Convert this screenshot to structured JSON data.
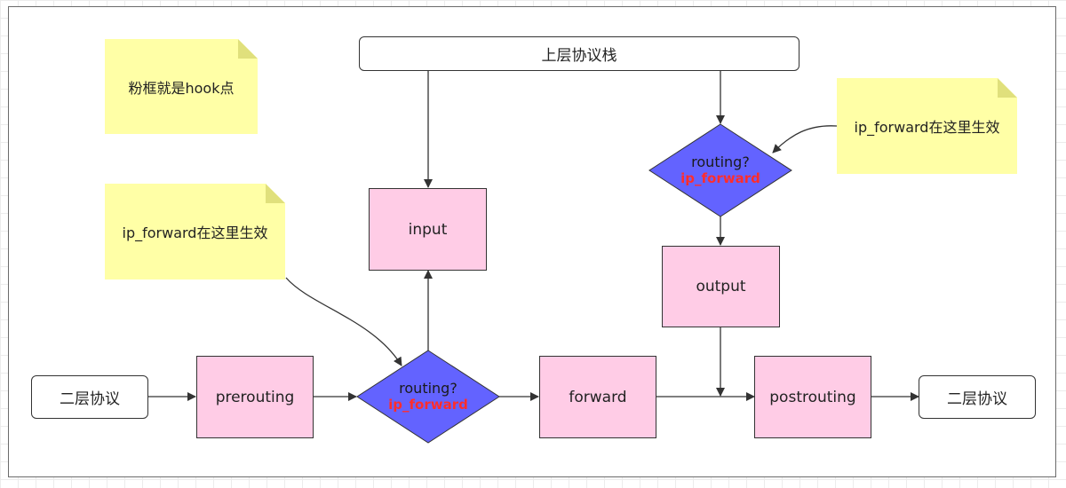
{
  "notes": {
    "hook_note": "粉框就是hook点",
    "left_note": "ip_forward在这里生效",
    "right_note": "ip_forward在这里生效"
  },
  "boxes": {
    "upper_stack": "上层协议栈",
    "layer2_in": "二层协议",
    "prerouting": "prerouting",
    "input": "input",
    "forward": "forward",
    "output": "output",
    "postrouting": "postrouting",
    "layer2_out": "二层协议"
  },
  "decisions": {
    "main": {
      "line1": "routing?",
      "line2": "ip_forward"
    },
    "output": {
      "line1": "routing?",
      "line2": "ip_forward"
    }
  },
  "colors": {
    "hook_box": "#ffcce6",
    "decision": "#6363ff",
    "note": "#ffffa6",
    "ip_forward_text": "#ff2d2d"
  }
}
